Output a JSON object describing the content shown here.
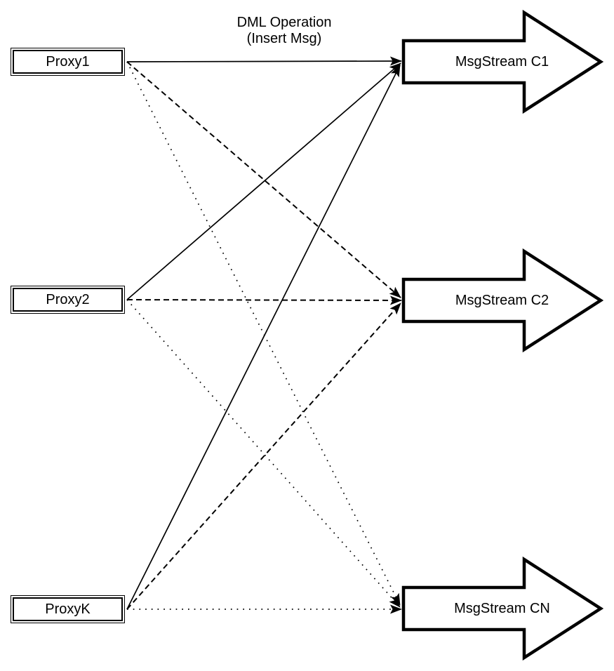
{
  "diagram": {
    "edge_label": {
      "line1": "DML Operation",
      "line2": "(Insert Msg)"
    },
    "proxies": [
      {
        "id": "proxy1",
        "label": "Proxy1"
      },
      {
        "id": "proxy2",
        "label": "Proxy2"
      },
      {
        "id": "proxyk",
        "label": "ProxyK"
      }
    ],
    "streams": [
      {
        "id": "c1",
        "label": "MsgStream C1"
      },
      {
        "id": "c2",
        "label": "MsgStream C2"
      },
      {
        "id": "cn",
        "label": "MsgStream CN"
      }
    ],
    "edges": [
      {
        "from": "Proxy1",
        "to": "MsgStream C1",
        "style": "solid",
        "arrowhead": true
      },
      {
        "from": "Proxy2",
        "to": "MsgStream C1",
        "style": "solid",
        "arrowhead": true
      },
      {
        "from": "ProxyK",
        "to": "MsgStream C1",
        "style": "solid",
        "arrowhead": true
      },
      {
        "from": "Proxy1",
        "to": "MsgStream C2",
        "style": "dashed",
        "arrowhead": true
      },
      {
        "from": "Proxy2",
        "to": "MsgStream C2",
        "style": "dashed",
        "arrowhead": true
      },
      {
        "from": "ProxyK",
        "to": "MsgStream C2",
        "style": "dashed",
        "arrowhead": true
      },
      {
        "from": "Proxy1",
        "to": "MsgStream CN",
        "style": "dotted",
        "arrowhead": true
      },
      {
        "from": "Proxy2",
        "to": "MsgStream CN",
        "style": "dotted",
        "arrowhead": true
      },
      {
        "from": "ProxyK",
        "to": "MsgStream CN",
        "style": "dotted",
        "arrowhead": true
      }
    ],
    "colors": {
      "stroke": "#000000",
      "fill": "#ffffff",
      "background": "#ffffff"
    }
  }
}
